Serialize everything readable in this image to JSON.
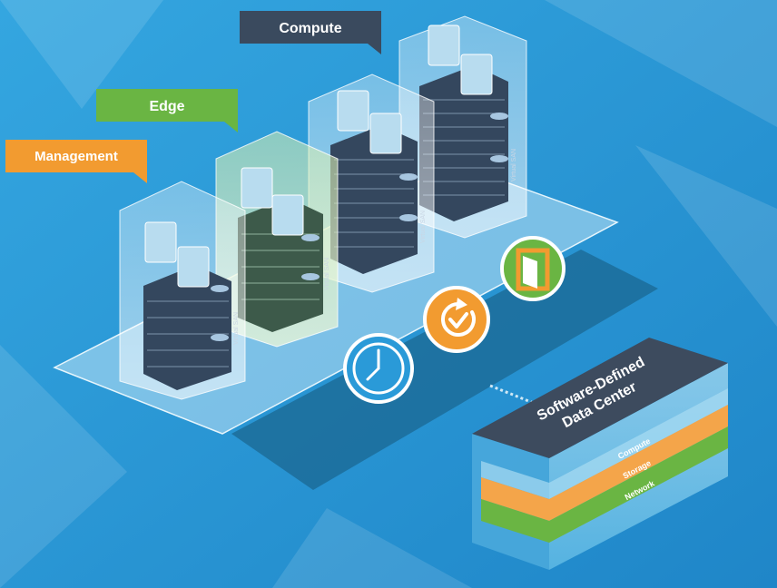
{
  "labels": {
    "compute": "Compute",
    "edge": "Edge",
    "management": "Management"
  },
  "racks": {
    "management": "Virtual SAN",
    "edge": "Virtual SAN",
    "compute_1": "Virtual SAN",
    "compute_2": "Virtual SAN"
  },
  "sddc": {
    "title_line1": "Software-Defined",
    "title_line2": "Data Center",
    "layers": [
      "Compute",
      "Storage",
      "Network"
    ]
  },
  "icons": [
    "clock-icon",
    "refresh-check-icon",
    "door-icon"
  ],
  "colors": {
    "background": "#2e9ad6",
    "compute_label": "#3a4a5e",
    "edge_label": "#6ab543",
    "management_label": "#f29b30",
    "sddc_top": "#3d4b5e",
    "storage_layer": "#f4a54a",
    "network_layer": "#6ab543"
  }
}
